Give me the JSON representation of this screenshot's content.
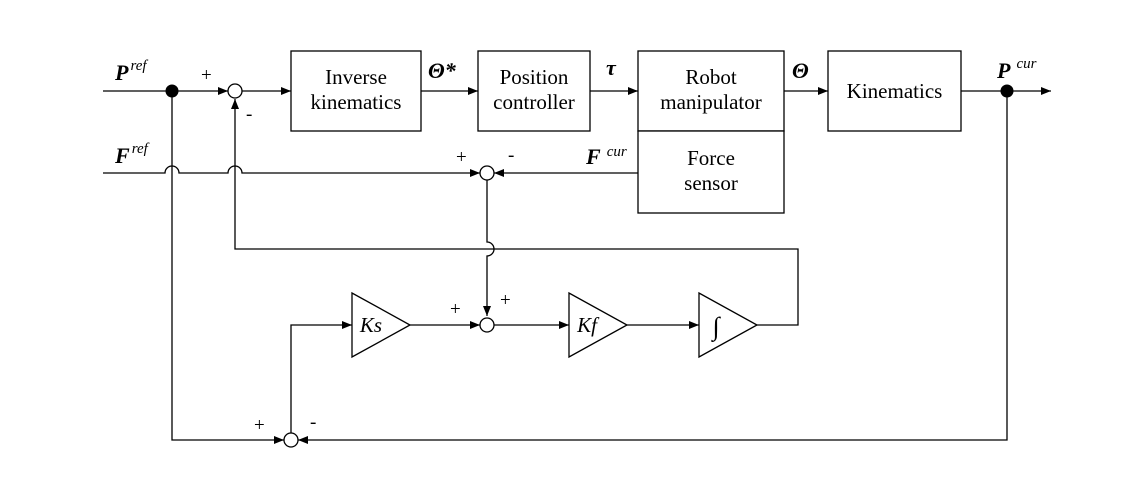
{
  "blocks": {
    "inverse_kinematics": [
      "Inverse",
      "kinematics"
    ],
    "position_controller": [
      "Position",
      "controller"
    ],
    "robot_manipulator": [
      "Robot",
      "manipulator"
    ],
    "force_sensor": [
      "Force",
      "sensor"
    ],
    "kinematics": "Kinematics"
  },
  "signals": {
    "p_ref": {
      "base": "P",
      "sup": "ref"
    },
    "f_ref": {
      "base": "F",
      "sup": "ref"
    },
    "theta_star": "Θ*",
    "tau": "τ",
    "theta": "Θ",
    "p_cur": {
      "base": "P",
      "sup": "cur"
    },
    "f_cur": {
      "base": "F",
      "sup": "cur"
    }
  },
  "gains": {
    "ks": "Ks",
    "kf": "Kf",
    "integrator": "∫"
  },
  "signs": {
    "sum1_plus": "+",
    "sum1_minus": "-",
    "sum2_plus": "+",
    "sum2_minus": "-",
    "sum3_plus_left": "+",
    "sum3_plus_top": "+",
    "sum4_plus": "+",
    "sum4_minus": "-"
  }
}
